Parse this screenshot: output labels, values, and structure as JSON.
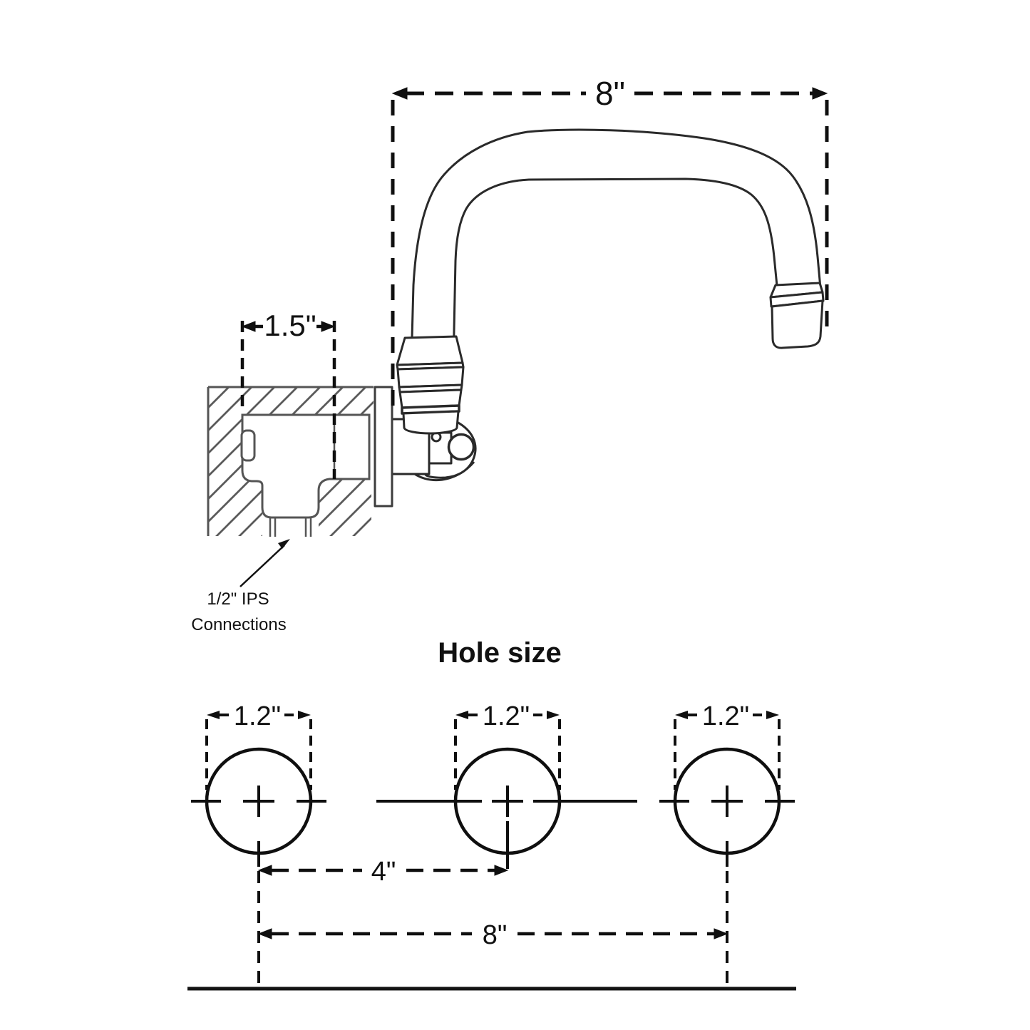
{
  "colors": {
    "background": "#ffffff",
    "drawing_line": "#2a2a2a",
    "wall_line": "#555555",
    "dimension_line": "#0f0f0f",
    "text": "#111111"
  },
  "faucet_view": {
    "spout_reach_label": "8\"",
    "wall_inset_label": "1.5\"",
    "connection_note_line1": "1/2\" IPS",
    "connection_note_line2": "Connections"
  },
  "hole_view": {
    "heading": "Hole size",
    "holes": [
      {
        "diameter_label": "1.2\""
      },
      {
        "diameter_label": "1.2\""
      },
      {
        "diameter_label": "1.2\""
      }
    ],
    "adjacent_spacing_label": "4\"",
    "outer_spacing_label": "8\""
  }
}
